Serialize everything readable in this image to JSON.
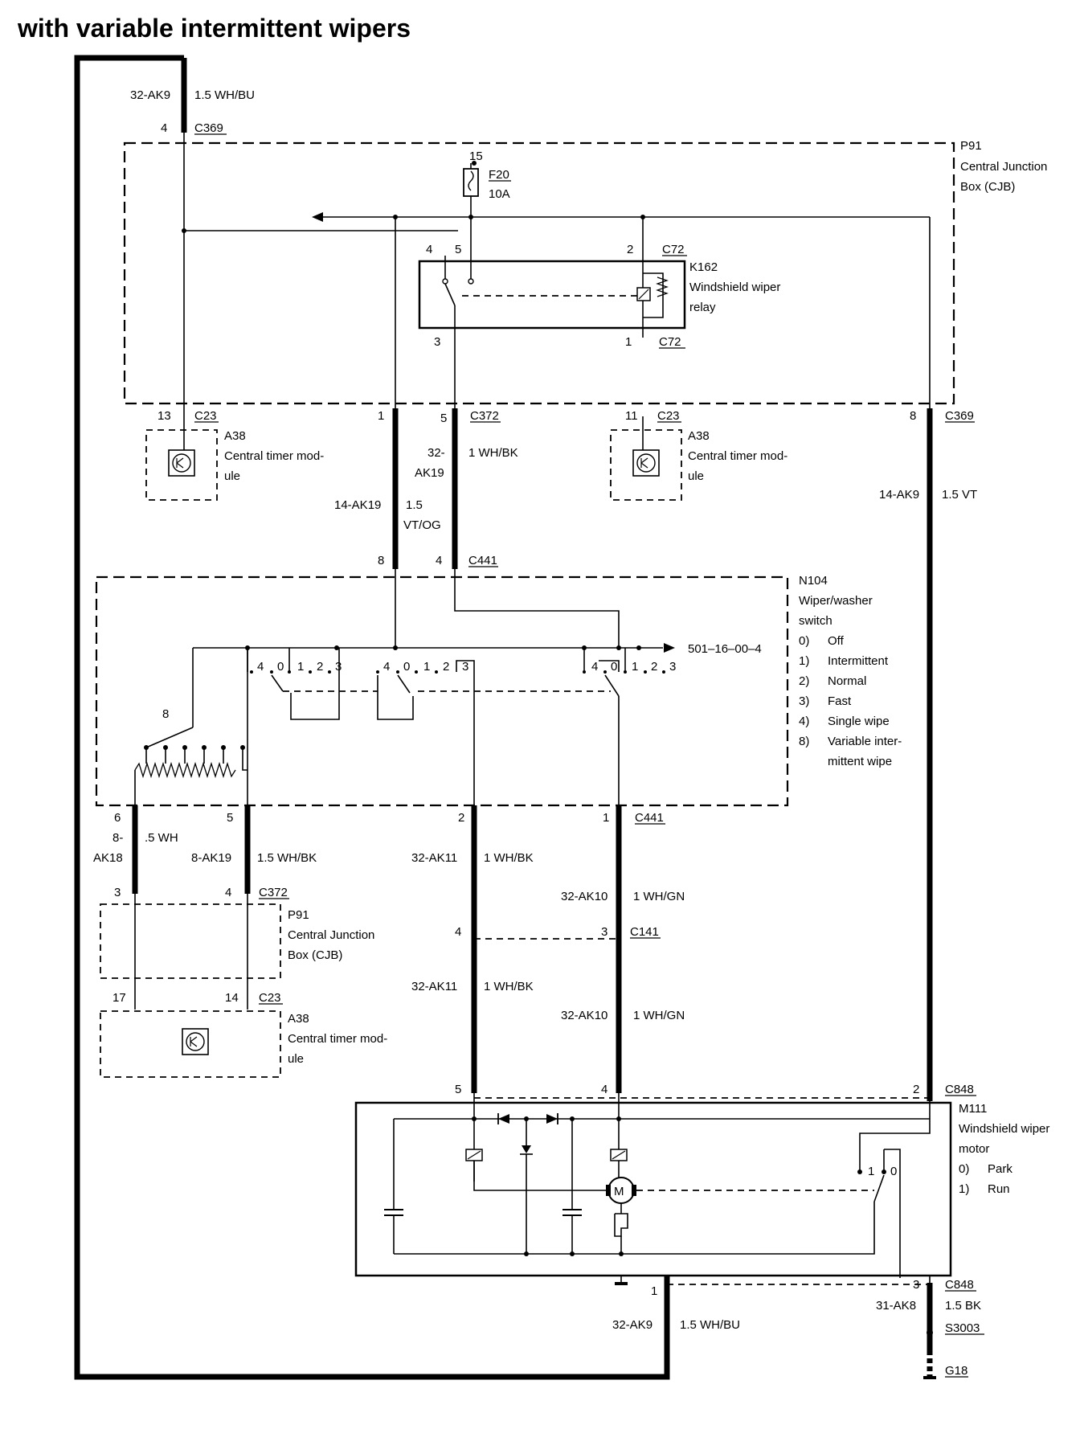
{
  "title": "with variable intermittent wipers",
  "left_top": {
    "wire": "32-AK9",
    "size": "1.5 WH/BU",
    "pin": "4",
    "conn": "C369"
  },
  "cjb_top": {
    "id": "P91",
    "name_line1": "Central Junction",
    "name_line2": "Box (CJB)"
  },
  "fuse": {
    "pin": "15",
    "id": "F20",
    "rating": "10A"
  },
  "relay": {
    "id": "K162",
    "name_line1": "Windshield wiper",
    "name_line2": "relay",
    "pin4": "4",
    "pin5": "5",
    "pin2": "2",
    "conn_top": "C72",
    "pin3": "3",
    "pin1": "1",
    "conn_bottom": "C72"
  },
  "ctm1": {
    "pin": "13",
    "conn": "C23",
    "id": "A38",
    "line1": "Central timer mod-",
    "line2": "ule"
  },
  "ctm2": {
    "pin": "11",
    "conn": "C23",
    "id": "A38",
    "line1": "Central timer mod-",
    "line2": "ule"
  },
  "c372_top": {
    "pin1": "1",
    "pin5": "5",
    "conn": "C372"
  },
  "c369_right": {
    "pin": "8",
    "conn": "C369",
    "wire": "14-AK9",
    "size": "1.5 VT"
  },
  "wire_ak19a": {
    "line1": "32-",
    "line2": "AK19",
    "size": "1 WH/BK"
  },
  "wire_ak19b": {
    "wire": "14-AK19",
    "size1": "1.5",
    "size2": "VT/OG"
  },
  "c441_top": {
    "pin8": "8",
    "pin4": "4",
    "conn": "C441"
  },
  "switch": {
    "id": "N104",
    "line1": "Wiper/washer",
    "line2": "switch",
    "ref": "501–16–00–4",
    "modes": [
      {
        "n": "0)",
        "t": "Off"
      },
      {
        "n": "1)",
        "t": "Intermittent"
      },
      {
        "n": "2)",
        "t": "Normal"
      },
      {
        "n": "3)",
        "t": "Fast"
      },
      {
        "n": "4)",
        "t": "Single wipe"
      },
      {
        "n": "8)",
        "t": "Variable inter-"
      },
      {
        "n": "",
        "t": "mittent wipe"
      }
    ],
    "pos_a": [
      "4",
      "0",
      "1",
      "2",
      "3"
    ],
    "pos_b": [
      "4",
      "0",
      "1",
      "2",
      "3"
    ],
    "pos_c": [
      "4",
      "0",
      "1",
      "2",
      "3"
    ],
    "pot_label": "8"
  },
  "lower_left": {
    "pin6": "6",
    "pin5": "5",
    "wire_a1": "8-",
    "wire_a2": "AK18",
    "size_a": ".5 WH",
    "wire_b": "8-AK19",
    "size_b": "1.5 WH/BK",
    "pin3": "3",
    "pin4": "4",
    "conn": "C372",
    "cjb_id": "P91",
    "cjb_line1": "Central Junction",
    "cjb_line2": "Box (CJB)",
    "pin17": "17",
    "pin14": "14",
    "conn2": "C23",
    "ctm_id": "A38",
    "ctm_line1": "Central timer mod-",
    "ctm_line2": "ule"
  },
  "c441_bottom": {
    "pin2": "2",
    "pin1": "1",
    "conn": "C441"
  },
  "mid_wires": {
    "ak11_a": "32-AK11",
    "ak11_a_size": "1 WH/BK",
    "ak10_a": "32-AK10",
    "ak10_a_size": "1 WH/GN",
    "pin4": "4",
    "pin3": "3",
    "conn": "C141",
    "ak11_b": "32-AK11",
    "ak11_b_size": "1 WH/BK",
    "ak10_b": "32-AK10",
    "ak10_b_size": "1 WH/GN"
  },
  "motor": {
    "pin5": "5",
    "pin4": "4",
    "pin2": "2",
    "conn": "C848",
    "id": "M111",
    "line1": "Windshield wiper",
    "line2": "motor",
    "modes": [
      {
        "n": "0)",
        "t": "Park"
      },
      {
        "n": "1)",
        "t": "Run"
      }
    ],
    "sw1": "1",
    "sw0": "0",
    "m": "M"
  },
  "bottom": {
    "pin1": "1",
    "wire": "32-AK9",
    "size": "1.5 WH/BU",
    "pin3": "3",
    "conn": "C848",
    "wire2": "31-AK8",
    "size2": "1.5 BK",
    "splice": "S3003",
    "ground": "G18"
  }
}
